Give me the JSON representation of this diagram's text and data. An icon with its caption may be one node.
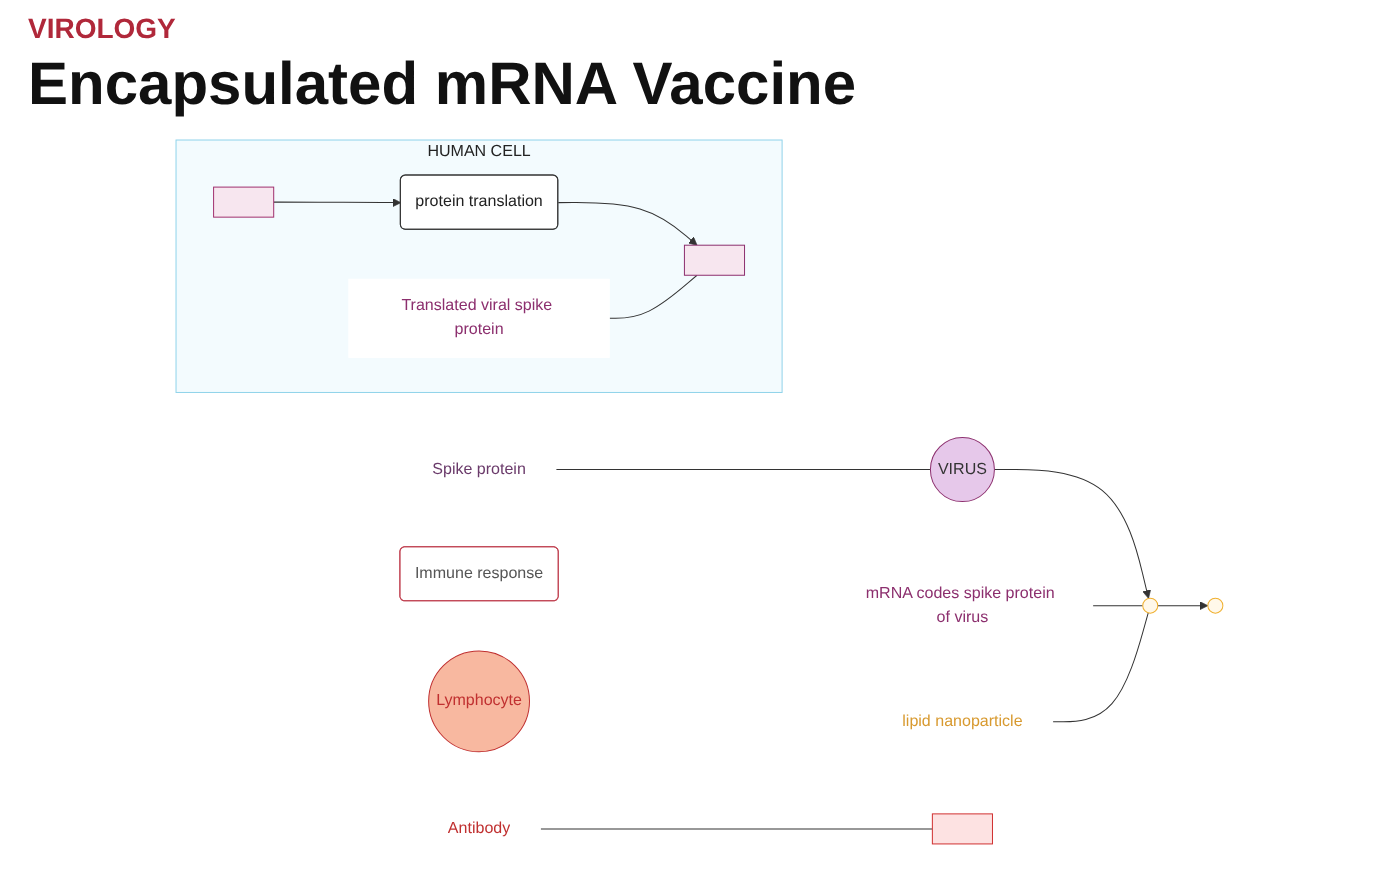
{
  "diagram": {
    "title": "Encapsulated mRNA Vaccine",
    "nodes": [
      {
        "text": [
          "VIRUS"
        ]
      },
      {
        "text": [
          "Spike protein"
        ]
      },
      {
        "text": [],
        "shape": "circle"
      },
      {
        "text": [
          "mRNA codes spike protein of virus"
        ]
      },
      {
        "text": [
          "lipid nanoparticle"
        ]
      },
      {
        "text": [],
        "shape": "circle"
      },
      {
        "text": [
          "HUMAN CELL"
        ]
      },
      {
        "text": [],
        "shape": "box",
        "in": 6
      },
      {
        "text": [
          "protein translation"
        ],
        "in": 6
      },
      {
        "text": [
          "Translated viral spike protein"
        ],
        "in": 6
      },
      {
        "text": [],
        "shape": "box",
        "in": 6
      },
      {
        "text": [
          "Immune response"
        ]
      },
      {
        "text": [
          "Lymphocyte"
        ]
      },
      {
        "text": [
          "Antibody"
        ]
      },
      {
        "text": [],
        "shape": "box"
      }
    ],
    "edges": [
      {
        "from": 0,
        "to": 2,
        "arrow": "to"
      },
      {
        "from": 1,
        "to": 0,
        "arrow": "none"
      },
      {
        "from": 3,
        "to": 2,
        "arrow": "none"
      },
      {
        "from": 4,
        "to": 2,
        "arrow": "none"
      },
      {
        "from": 2,
        "to": 5,
        "arrow": "to"
      },
      {
        "from": 7,
        "to": 8,
        "arrow": "to"
      },
      {
        "from": 8,
        "to": 10,
        "arrow": "to"
      },
      {
        "from": 9,
        "to": 10,
        "arrow": "none"
      },
      {
        "from": 13,
        "to": 14,
        "arrow": "none"
      }
    ],
    "labels": [
      "VIROLOGY"
    ]
  }
}
